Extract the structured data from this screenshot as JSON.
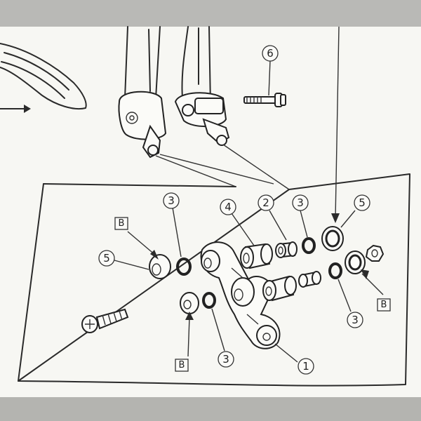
{
  "callouts": {
    "c1": "1",
    "c2": "2",
    "c3": "3",
    "c4": "4",
    "c5": "5",
    "c6": "6"
  },
  "boxed_label": "B"
}
